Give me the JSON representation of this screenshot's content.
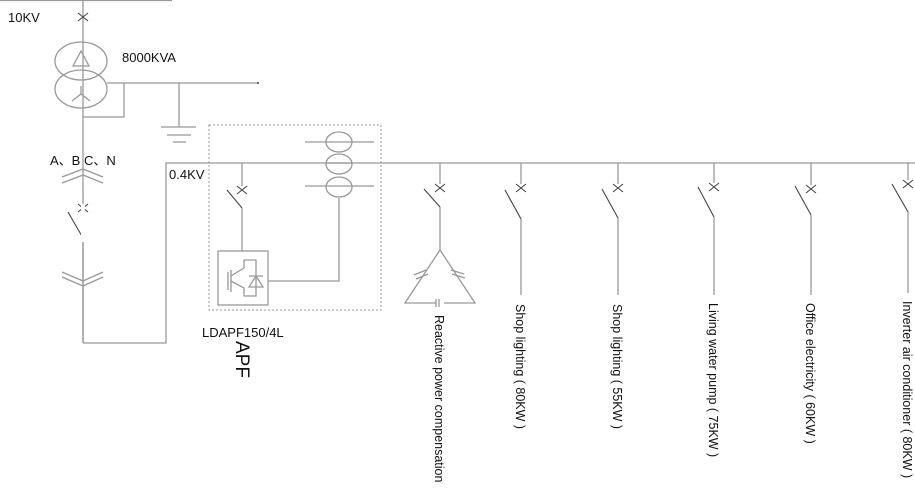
{
  "labels": {
    "hv_voltage": "10KV",
    "transformer_rating": "8000KVA",
    "phases": "A、B C、N",
    "lv_voltage": "0.4KV",
    "apf_model": "LDAPF150/4L",
    "apf_name": "APF"
  },
  "branches": [
    {
      "label": "Reactive power compensation"
    },
    {
      "label": "Shop lighting ( 80KW )"
    },
    {
      "label": "Shop lighting ( 55KW )"
    },
    {
      "label": "Living water pump ( 75KW )"
    },
    {
      "label": "Office electricity ( 60KW )"
    },
    {
      "label": "Inverter air conditioner ( 80KW )"
    }
  ]
}
